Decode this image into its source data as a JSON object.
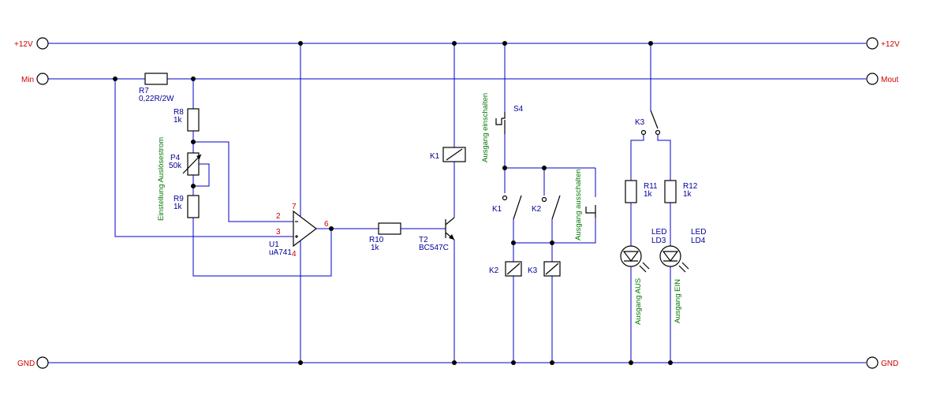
{
  "rails": {
    "plus12_left": "+12V",
    "plus12_right": "+12V",
    "min": "Min",
    "mout": "Mout",
    "gnd_left": "GND",
    "gnd_right": "GND"
  },
  "components": {
    "r7": {
      "ref": "R7",
      "value": "0,22R/2W"
    },
    "r8": {
      "ref": "R8",
      "value": "1k"
    },
    "p4": {
      "ref": "P4",
      "value": "50k"
    },
    "r9": {
      "ref": "R9",
      "value": "1k"
    },
    "u1": {
      "ref": "U1",
      "value": "uA741"
    },
    "r10": {
      "ref": "R10",
      "value": "1k"
    },
    "t2": {
      "ref": "T2",
      "value": "BC547C"
    },
    "k1_coil": "K1",
    "s4": "S4",
    "k1_contact": "K1",
    "k2_contact": "K2",
    "k2_coil": "K2",
    "k3_coil": "K3",
    "k3_contact": "K3",
    "r11": {
      "ref": "R11",
      "value": "1k"
    },
    "r12": {
      "ref": "R12",
      "value": "1k"
    },
    "ld3": {
      "type": "LED",
      "ref": "LD3"
    },
    "ld4": {
      "type": "LED",
      "ref": "LD4"
    }
  },
  "pins": {
    "in_minus": "2",
    "in_plus": "3",
    "out": "6",
    "vplus": "7",
    "vminus": "4"
  },
  "notes": {
    "einstellung": "Einstellung Auslösestrom",
    "ein": "Ausgang einschalten",
    "aus": "Ausgang ausschalten",
    "led_aus": "Ausgang AUS",
    "led_ein": "Ausgang EIN"
  }
}
